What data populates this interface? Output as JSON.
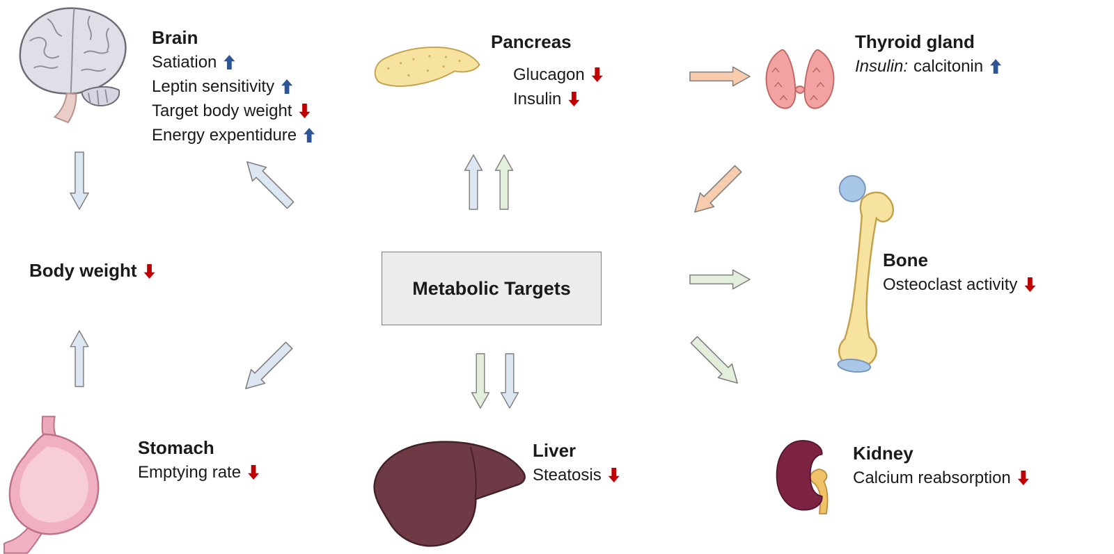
{
  "center": {
    "label": "Metabolic Targets"
  },
  "colors": {
    "arrow_blue": "#dde6f3",
    "arrow_green": "#e3efdb",
    "arrow_orange": "#f8cbad",
    "trend_blue": "#2e5597",
    "trend_red": "#c00000",
    "center_box_bg": "#ececec"
  },
  "nodes": {
    "brain": {
      "title": "Brain",
      "items": [
        {
          "label": "Satiation",
          "arrow": "up blue"
        },
        {
          "label": "Leptin sensitivity",
          "arrow": "up blue"
        },
        {
          "label": "Target body weight",
          "arrow": "down red"
        },
        {
          "label": "Energy expentidure",
          "arrow": "up blue"
        }
      ]
    },
    "body_weight": {
      "title": "Body weight",
      "arrow": "down red"
    },
    "stomach": {
      "title": "Stomach",
      "items": [
        {
          "label": "Emptying rate",
          "arrow": "down red"
        }
      ]
    },
    "pancreas": {
      "title": "Pancreas",
      "items": [
        {
          "label": "Glucagon",
          "arrow": "down red"
        },
        {
          "label": "Insulin",
          "arrow": "down red"
        }
      ]
    },
    "thyroid": {
      "title": "Thyroid gland",
      "label_italic": "Insulin:",
      "label": "calcitonin",
      "arrow": "up blue"
    },
    "bone": {
      "title": "Bone",
      "items": [
        {
          "label": "Osteoclast activity",
          "arrow": "down red"
        }
      ]
    },
    "kidney": {
      "title": "Kidney",
      "items": [
        {
          "label": "Calcium reabsorption",
          "arrow": "down red"
        }
      ]
    },
    "liver": {
      "title": "Liver",
      "items": [
        {
          "label": "Steatosis",
          "arrow": "down red"
        }
      ]
    }
  }
}
